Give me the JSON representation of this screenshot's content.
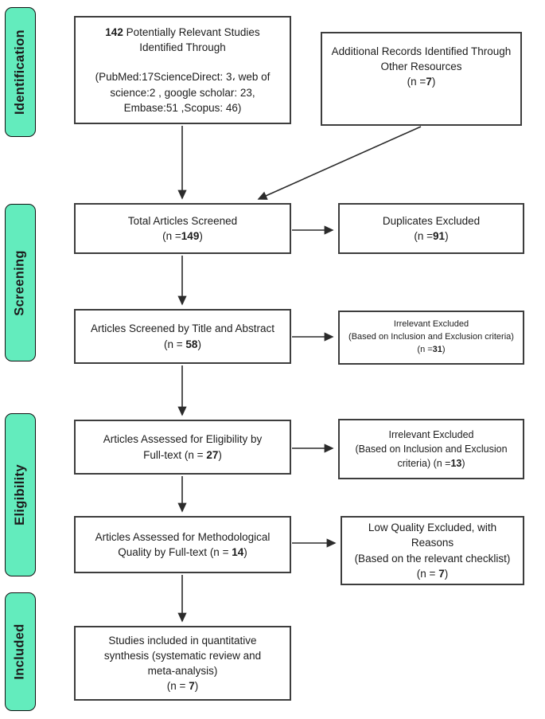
{
  "colors": {
    "stage_bg": "#63ecbd",
    "stage_border": "#111111",
    "box_border": "#3d3d3d",
    "text": "#1c1c1c",
    "arrow": "#2b2b2b"
  },
  "stages": [
    {
      "label": "Identification"
    },
    {
      "label": "Screening"
    },
    {
      "label": "Eligibility"
    },
    {
      "label": "Included"
    }
  ],
  "boxes": {
    "identified": {
      "count": "142",
      "title_rest": " Potentially Relevant Studies Identified Through",
      "sources": "(PubMed:17ScienceDirect: 3، web of science:2 , google scholar: 23, Embase:51 ,Scopus: 46)"
    },
    "additional": {
      "title": "Additional Records Identified Through Other Resources",
      "n_open": "(n =",
      "n": "7",
      "n_close": ")"
    },
    "screened": {
      "title": "Total Articles Screened",
      "n_open": "(n =",
      "n": "149",
      "n_close": ")"
    },
    "duplicates": {
      "title": "Duplicates Excluded",
      "n_open": "(n =",
      "n": "91",
      "n_close": ")"
    },
    "title_abstract": {
      "title": "Articles Screened by Title and Abstract",
      "n_open": "(n = ",
      "n": "58",
      "n_close": ")"
    },
    "irrelevant_ta": {
      "title": "Irrelevant Excluded",
      "reason": "(Based on Inclusion and Exclusion criteria) ",
      "n_open": " (n =",
      "n": "31",
      "n_close": ")"
    },
    "eligibility": {
      "text": "Articles Assessed for Eligibility by Full-text ",
      "n_open": "(n = ",
      "n": "27",
      "n_close": ")"
    },
    "irrelevant_ft": {
      "title": "Irrelevant Excluded",
      "reason": "(Based on Inclusion and Exclusion criteria) ",
      "n_open": "(n =",
      "n": "13",
      "n_close": ")"
    },
    "methodological": {
      "text": "Articles Assessed for Methodological Quality by Full-text ",
      "n_open": "(n = ",
      "n": "14",
      "n_close": ")"
    },
    "low_quality": {
      "title": "Low Quality Excluded, with Reasons",
      "reason": "(Based on the relevant checklist)",
      "n_open": "(n = ",
      "n": "7",
      "n_close": ")"
    },
    "included_final": {
      "text": "Studies included in quantitative synthesis (systematic review and meta-analysis)",
      "n_open": "(n = ",
      "n": "7",
      "n_close": ")"
    }
  }
}
